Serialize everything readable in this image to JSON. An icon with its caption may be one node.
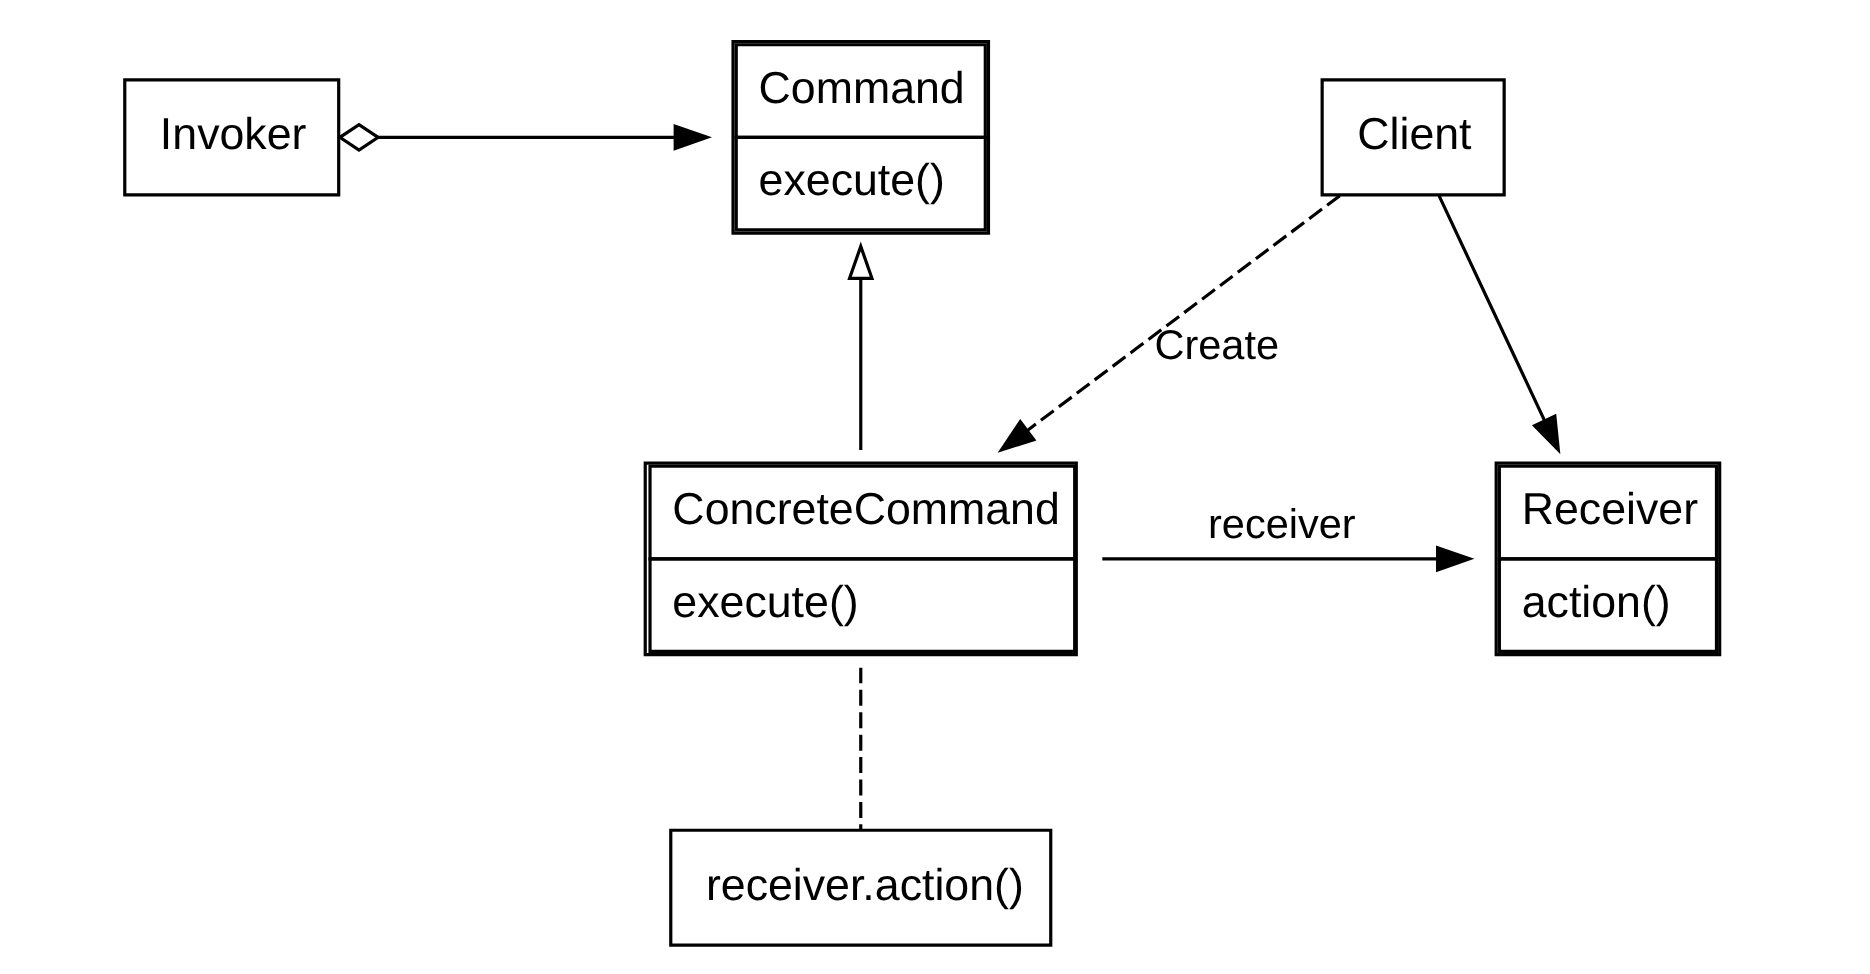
{
  "diagram": {
    "nodes": [
      {
        "text": [
          "Client"
        ]
      },
      {
        "text": [
          "Invoker"
        ]
      },
      {
        "text": [
          "Command",
          "execute()"
        ]
      },
      {
        "text": [
          "Receiver",
          "action()"
        ]
      },
      {
        "text": [
          "ConcreteCommand",
          "execute()"
        ]
      },
      {
        "text": [
          "receiver.action()"
        ]
      }
    ],
    "edges": [
      {
        "from": 1,
        "to": 2,
        "arrow": "to"
      },
      {
        "from": 0,
        "to": 3,
        "arrow": "to"
      },
      {
        "from": 4,
        "to": 2,
        "arrow": "to"
      },
      {
        "from": 4,
        "to": 3,
        "arrow": "to",
        "label": "receiver"
      },
      {
        "from": 0,
        "to": 4,
        "arrow": "to",
        "label": "Create",
        "style": "dashed"
      },
      {
        "from": 4,
        "to": 5,
        "arrow": "none",
        "style": "dashed"
      }
    ]
  }
}
